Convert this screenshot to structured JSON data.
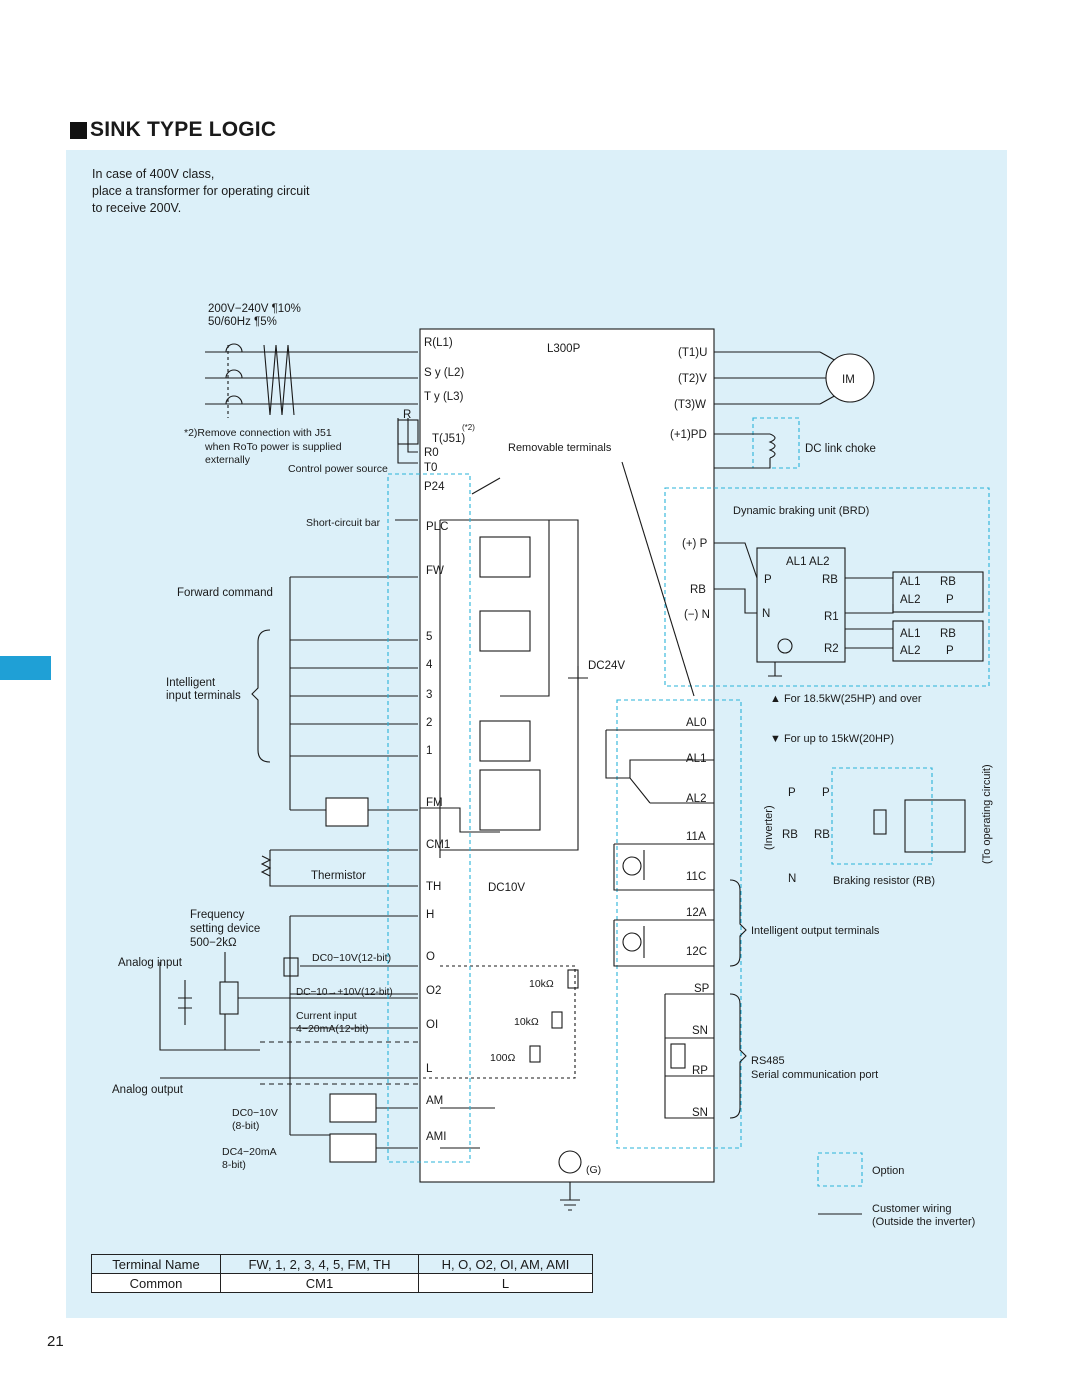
{
  "title": "SINK TYPE  LOGIC",
  "page_number": "21",
  "note": [
    "In case of 400V class,",
    "place a transformer for operating circuit",
    "to receive 200V."
  ],
  "supply": [
    "200V−240V ¶10%",
    "50/60Hz ¶5%"
  ],
  "model": "L300P",
  "labels": {
    "rl1": "R(L1)",
    "sl2": "S y (L2)",
    "tl3": "T y (L3)",
    "r": "R",
    "tj51": "T(J51)",
    "star2": "(*2)",
    "r0": "R0",
    "t0": "T0",
    "p24": "P24",
    "plc": "PLC",
    "fw": "FW",
    "t5": "5",
    "t4": "4",
    "t3": "3",
    "t2": "2",
    "t1": "1",
    "fm": "FM",
    "cm1": "CM1",
    "th": "TH",
    "h": "H",
    "o": "O",
    "o2": "O2",
    "oi": "OI",
    "l": "L",
    "am": "AM",
    "ami": "AMI",
    "remove_note1": "*2)Remove connection with J51",
    "remove_note2": "when RoTo power is supplied",
    "remove_note3": "externally",
    "control_power": "Control power source",
    "short_bar": "Short-circuit bar",
    "forward": "Forward command",
    "intelligent1": "Intelligent",
    "intelligent2": "input terminals",
    "thermistor": "Thermistor",
    "freq1": "Frequency",
    "freq2": "setting device",
    "freq3": "500−2kΩ",
    "analog_input": "Analog input",
    "dc010": "DC0−10V(12-bit)",
    "dc_10": "DC−10→+10V(12-bit)",
    "current1": "Current input",
    "current2": "4−20mA(12-bit)",
    "analog_output": "Analog output",
    "am_spec1": "DC0−10V",
    "am_spec2": "(8-bit)",
    "ami_spec1": "DC4−20mA",
    "ami_spec2": "8-bit)",
    "removable": "Removable terminals",
    "dc24": "DC24V",
    "dc10": "DC10V",
    "r10k1": "10kΩ",
    "r10k2": "10kΩ",
    "r100": "100Ω",
    "t1u": "(T1)U",
    "t2v": "(T2)V",
    "t3w": "(T3)W",
    "pd": "(+1)PD",
    "im": "IM",
    "dc_choke": "DC link choke",
    "brd": "Dynamic braking unit (BRD)",
    "plus_p": "(+) P",
    "rb": "RB",
    "minus_n": "(−) N",
    "al1al2": "AL1  AL2",
    "bp": "P",
    "brb": "RB",
    "bn": "N",
    "r1": "R1",
    "r2": "R2",
    "al1a": "AL1",
    "rba": "RB",
    "al2a": "AL2",
    "pa": "P",
    "al1b": "AL1",
    "rbb": "RB",
    "al2b": "AL2",
    "pb": "P",
    "over": "For 18.5kW(25HP) and over",
    "upto": "For up to 15kW(20HP)",
    "al0": "AL0",
    "al1": "AL1",
    "al2": "AL2",
    "t11a": "11A",
    "t11c": "11C",
    "t12a": "12A",
    "t12c": "12C",
    "sp": "SP",
    "sn": "SN",
    "rp": "RP",
    "sn2": "SN",
    "inverter": "(Inverter)",
    "to_op": "(To operating circuit)",
    "ip": "P",
    "ip2": "P",
    "irb": "RB",
    "irb2": "RB",
    "in": "N",
    "braking": "Braking resistor (RB)",
    "intel_out": "Intelligent output terminals",
    "rs485": "RS485",
    "serial": "Serial communication port",
    "g": "(G)",
    "option": "Option",
    "cust1": "Customer wiring",
    "cust2": "(Outside the inverter)"
  },
  "table": {
    "headers": [
      "Terminal Name",
      "FW, 1, 2, 3, 4, 5, FM, TH",
      "H, O, O2, OI, AM, AMI"
    ],
    "row": [
      "Common",
      "CM1",
      "L"
    ]
  },
  "colors": {
    "panel": "#dcf0f9",
    "tab": "#1fa0d6",
    "dashed": "#2ab3d9"
  }
}
